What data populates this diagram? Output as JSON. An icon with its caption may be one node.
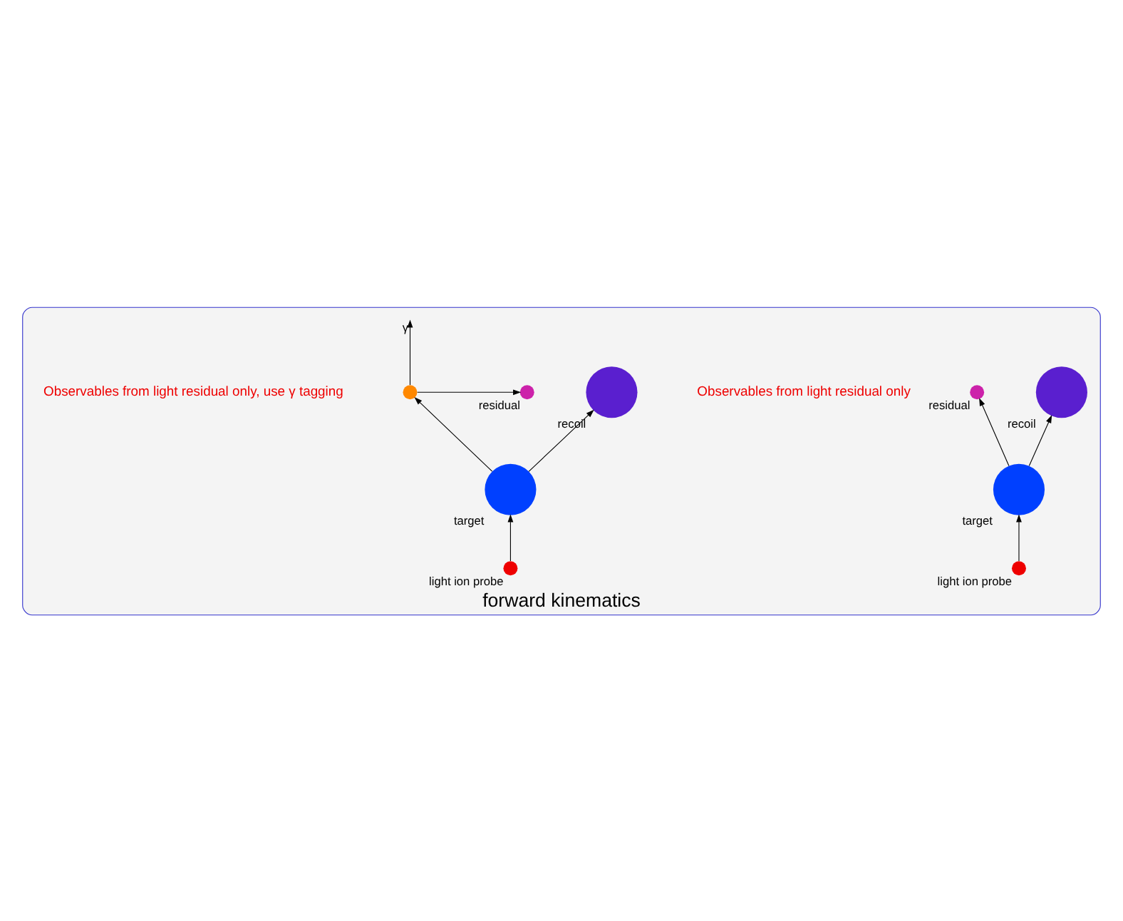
{
  "diagram": {
    "nodes": [
      {
        "text": [
          "forward kinematics"
        ]
      },
      {
        "text": [],
        "shape": "circle",
        "beside": [
          "residual"
        ],
        "in": 0
      },
      {
        "text": [],
        "shape": "circle",
        "beside": [
          "recoil"
        ],
        "in": 0
      },
      {
        "text": [],
        "shape": "circle",
        "beside": [
          "target"
        ],
        "in": 0
      },
      {
        "text": [],
        "shape": "circle",
        "beside": [
          "light ion probe"
        ],
        "in": 0
      },
      {
        "text": [],
        "shape": "circle",
        "beside": [
          "residual"
        ],
        "in": 0
      },
      {
        "text": [],
        "shape": "circle",
        "in": 0
      },
      {
        "text": [],
        "shape": "circle",
        "beside": [
          "recoil"
        ],
        "in": 0
      },
      {
        "text": [],
        "shape": "circle",
        "beside": [
          "target"
        ],
        "in": 0
      },
      {
        "text": [],
        "shape": "circle",
        "beside": [
          "light ion probe"
        ],
        "in": 0
      }
    ],
    "edges": [
      {
        "from": 4,
        "to": 3,
        "arrow": "to"
      },
      {
        "from": 3,
        "to": 1,
        "arrow": "to"
      },
      {
        "from": 3,
        "to": 2,
        "arrow": "to"
      },
      {
        "from": 9,
        "to": 8,
        "arrow": "to"
      },
      {
        "from": 8,
        "to": 6,
        "arrow": "to"
      },
      {
        "from": 8,
        "to": 7,
        "arrow": "to"
      },
      {
        "from": 6,
        "to": 5,
        "arrow": "to"
      },
      {
        "from": 6,
        "to": null,
        "arrow": "to",
        "label": "γ"
      }
    ],
    "labels": [
      "Observables from light residual only",
      "Observables from light residual only, use γ tagging"
    ]
  }
}
